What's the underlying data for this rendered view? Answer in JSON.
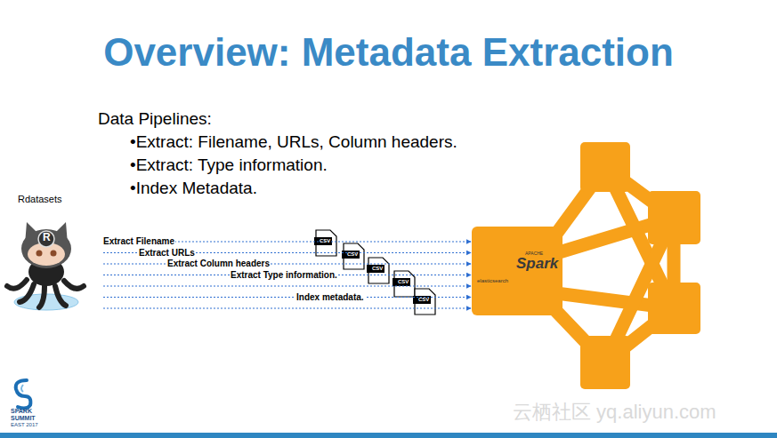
{
  "diagram": {
    "title": "Overview: Metadata Extraction",
    "nodes": [
      {
        "text": [
          "Rdatasets"
        ]
      },
      {
        "text": [
          "elasticsearch",
          "APACHE",
          "Spark"
        ]
      }
    ],
    "edges": [
      {
        "from": 0,
        "to": 1,
        "arrow": "to",
        "label": "Extract Filename"
      },
      {
        "from": 0,
        "to": 1,
        "arrow": "to",
        "label": "Extract URLs"
      },
      {
        "from": 0,
        "to": 1,
        "arrow": "to",
        "label": "Extract Column headers"
      },
      {
        "from": 0,
        "to": 1,
        "arrow": "to",
        "label": "Extract Type information."
      },
      {
        "from": 0,
        "to": 1,
        "arrow": "to"
      },
      {
        "from": 0,
        "to": 1,
        "arrow": "to",
        "label": "Index metadata."
      },
      {
        "from": 0,
        "to": 1,
        "arrow": "to"
      }
    ],
    "labels": [
      "Data Pipelines:",
      "•Extract: Filename, URLs, Column headers.",
      "•Extract: Type information.",
      "•Index Metadata.",
      "CSV",
      "CSV",
      "CSV",
      "CSV",
      "CSV",
      "R",
      "SPARK",
      "SUMMIT",
      "EAST 2017",
      "云栖社区 yq.aliyun.com"
    ]
  }
}
